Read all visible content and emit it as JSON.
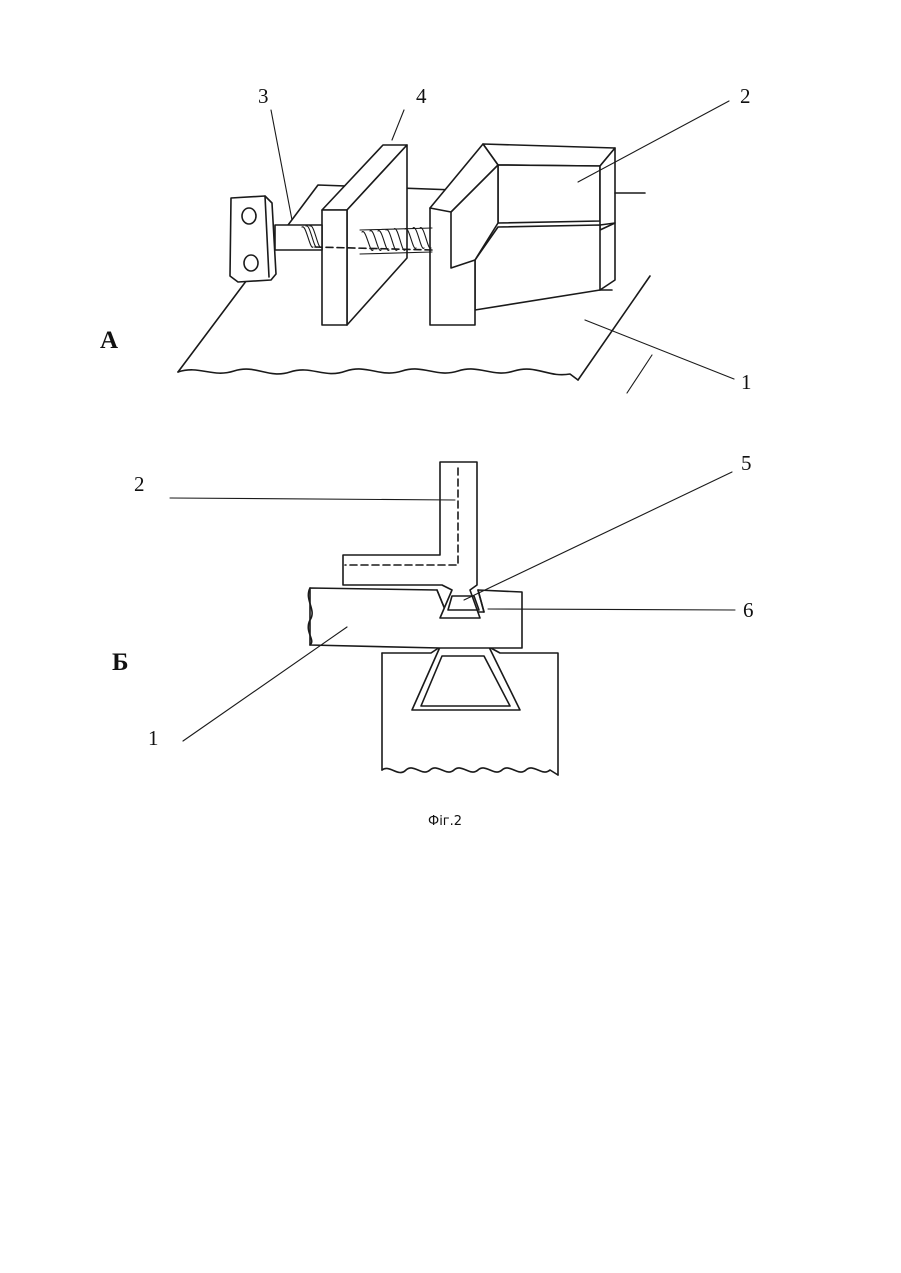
{
  "figure": {
    "caption": "Фіг.2",
    "view_a": {
      "view_label": "А",
      "callouts": [
        "3",
        "4",
        "2",
        "1"
      ]
    },
    "view_b": {
      "view_label": "Б",
      "callouts": [
        "2",
        "5",
        "6",
        "1"
      ]
    }
  }
}
